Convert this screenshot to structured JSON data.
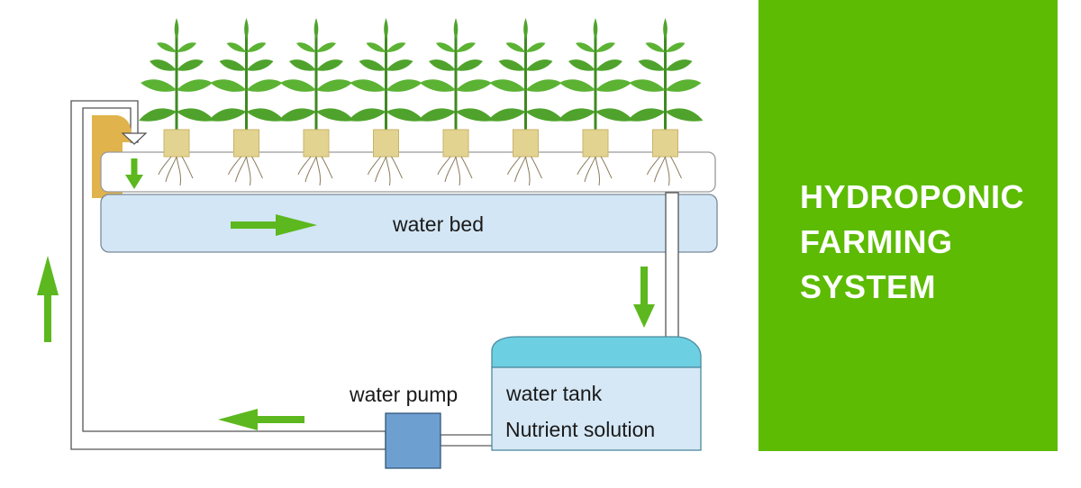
{
  "diagram": {
    "labels": {
      "water_bed": "water bed",
      "water_pump": "water pump",
      "water_tank": "water tank",
      "nutrient_solution": "Nutrient solution"
    },
    "plant_count": 8,
    "colors": {
      "arrow_green": "#5cb81e",
      "bed_fill": "#d3e6f5",
      "tank_top": "#6dd0e2",
      "tank_body": "#d6e8f6",
      "pump_fill": "#6e9fd1",
      "root_block": "#e2d391",
      "inlet": "#e0b34c",
      "leaf": "#4fa32c"
    }
  },
  "panel": {
    "title_lines": [
      "HYDROPONIC",
      "FARMING",
      "SYSTEM"
    ],
    "background": "#5cbb02",
    "text_color": "#ffffff"
  }
}
